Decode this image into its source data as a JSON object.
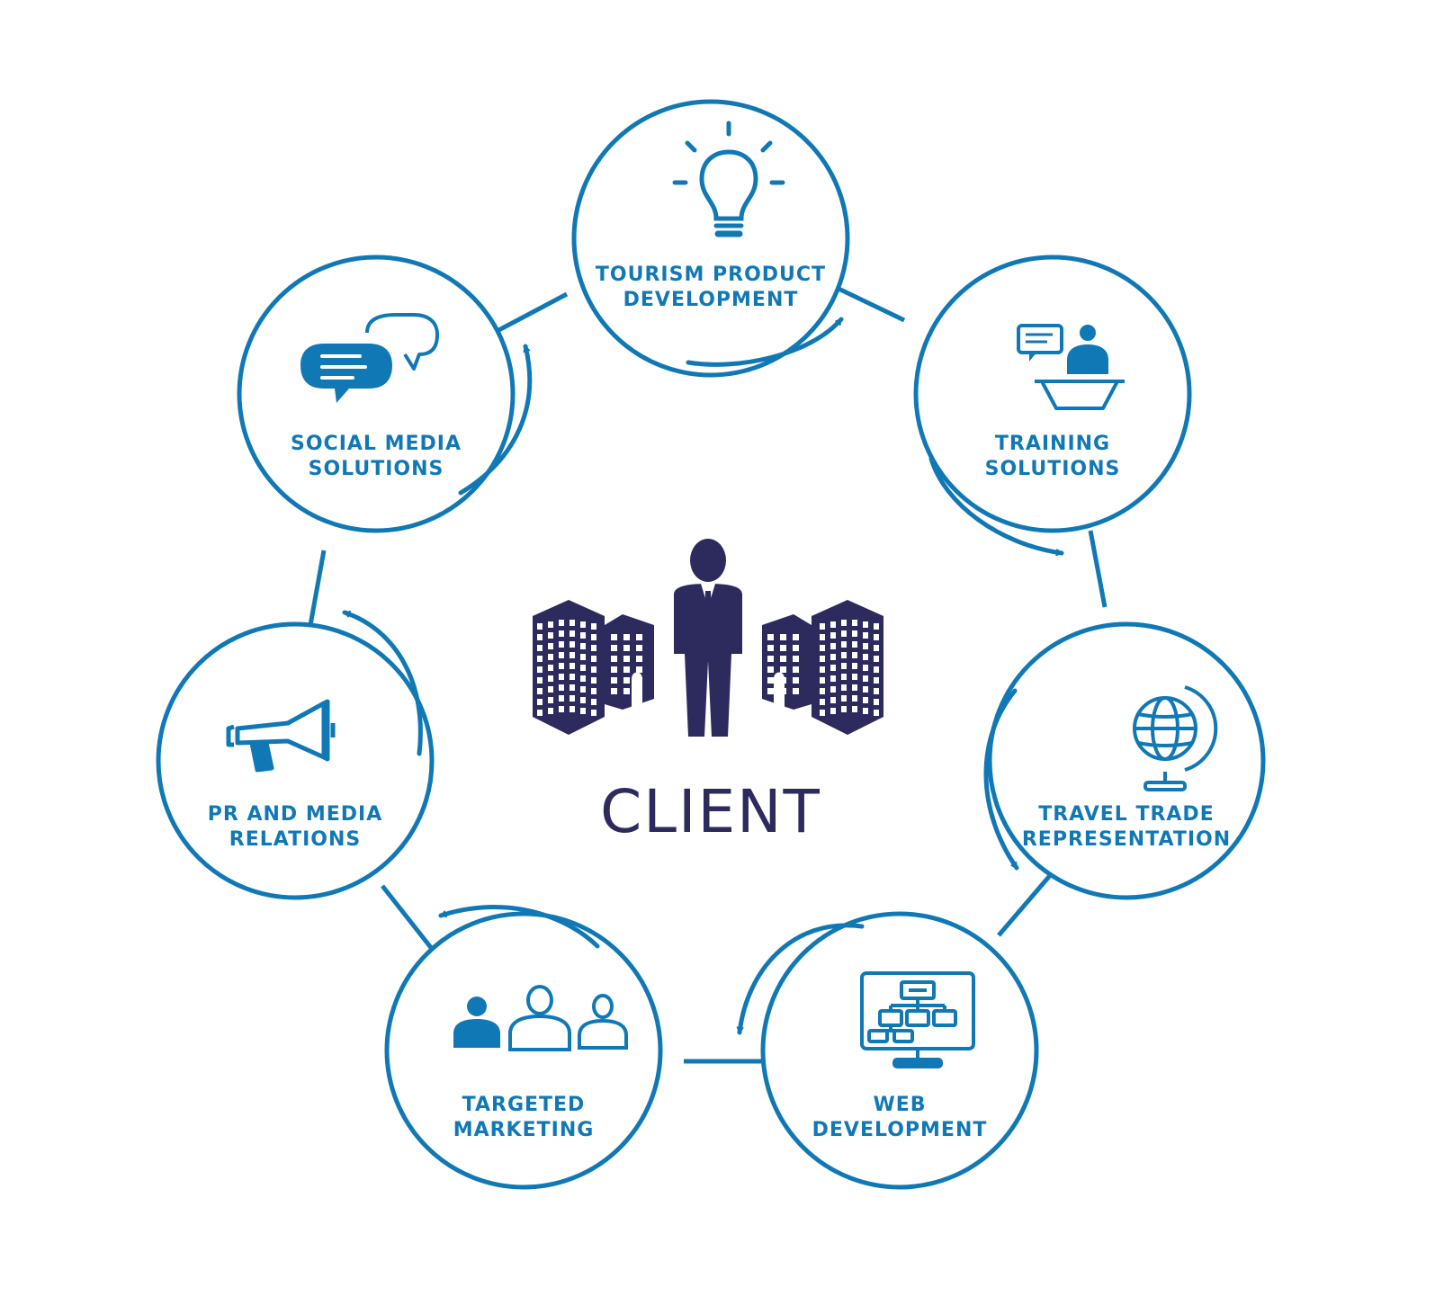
{
  "colors": {
    "accent": "#1178b6",
    "dark": "#2d2a5e",
    "background": "#ffffff"
  },
  "center": {
    "label": "CLIENT",
    "icon": "client-with-buildings-icon"
  },
  "nodes": [
    {
      "id": "tourism",
      "icon": "lightbulb-icon",
      "lines": [
        "TOURISM PRODUCT",
        "DEVELOPMENT"
      ]
    },
    {
      "id": "training",
      "icon": "podium-speaker-icon",
      "lines": [
        "TRAINING",
        "SOLUTIONS"
      ]
    },
    {
      "id": "travel",
      "icon": "globe-icon",
      "lines": [
        "TRAVEL TRADE",
        "REPRESENTATION"
      ]
    },
    {
      "id": "web",
      "icon": "monitor-sitemap-icon",
      "lines": [
        "WEB",
        "DEVELOPMENT"
      ]
    },
    {
      "id": "marketing",
      "icon": "people-group-icon",
      "lines": [
        "TARGETED",
        "MARKETING"
      ]
    },
    {
      "id": "pr",
      "icon": "megaphone-icon",
      "lines": [
        "PR AND MEDIA",
        "RELATIONS"
      ]
    },
    {
      "id": "social",
      "icon": "speech-bubbles-icon",
      "lines": [
        "SOCIAL MEDIA",
        "SOLUTIONS"
      ]
    }
  ]
}
